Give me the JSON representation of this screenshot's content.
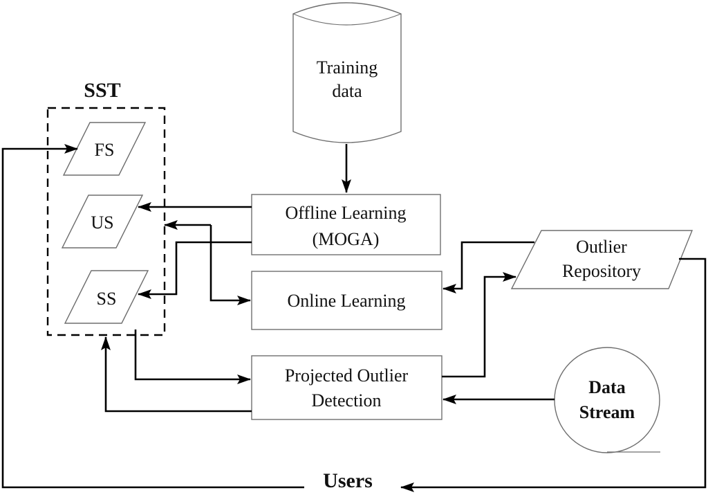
{
  "diagram": {
    "group": {
      "title": "SST"
    },
    "nodes": {
      "fs": {
        "label": "FS",
        "shape": "parallelogram"
      },
      "us": {
        "label": "US",
        "shape": "parallelogram"
      },
      "ss": {
        "label": "SS",
        "shape": "parallelogram"
      },
      "training_data": {
        "lines": [
          "Training",
          "data"
        ],
        "shape": "cylinder"
      },
      "offline_learning": {
        "lines": [
          "Offline Learning",
          "(MOGA)"
        ],
        "shape": "rectangle"
      },
      "online_learning": {
        "label": "Online Learning",
        "shape": "rectangle"
      },
      "projected_outlier_detection": {
        "lines": [
          "Projected Outlier",
          "Detection"
        ],
        "shape": "rectangle"
      },
      "outlier_repository": {
        "lines": [
          "Outlier",
          "Repository"
        ],
        "shape": "parallelogram"
      },
      "data_stream": {
        "lines": [
          "Data",
          "Stream"
        ],
        "shape": "circle"
      },
      "users": {
        "label": "Users",
        "shape": "text"
      }
    },
    "edges": [
      {
        "from": "Training data",
        "to": "Offline Learning (MOGA)"
      },
      {
        "from": "Offline Learning (MOGA)",
        "to": "US"
      },
      {
        "from": "Offline Learning (MOGA)",
        "to": "SS"
      },
      {
        "from": "Online Learning",
        "to": "SST"
      },
      {
        "from": "SST",
        "to": "Online Learning"
      },
      {
        "from": "SST",
        "to": "Projected Outlier Detection"
      },
      {
        "from": "Projected Outlier Detection",
        "to": "SS"
      },
      {
        "from": "Projected Outlier Detection",
        "to": "Outlier Repository"
      },
      {
        "from": "Outlier Repository",
        "to": "Online Learning"
      },
      {
        "from": "Data Stream",
        "to": "Projected Outlier Detection"
      },
      {
        "from": "Outlier Repository",
        "to": "Users"
      },
      {
        "from": "Users",
        "to": "FS"
      }
    ]
  }
}
